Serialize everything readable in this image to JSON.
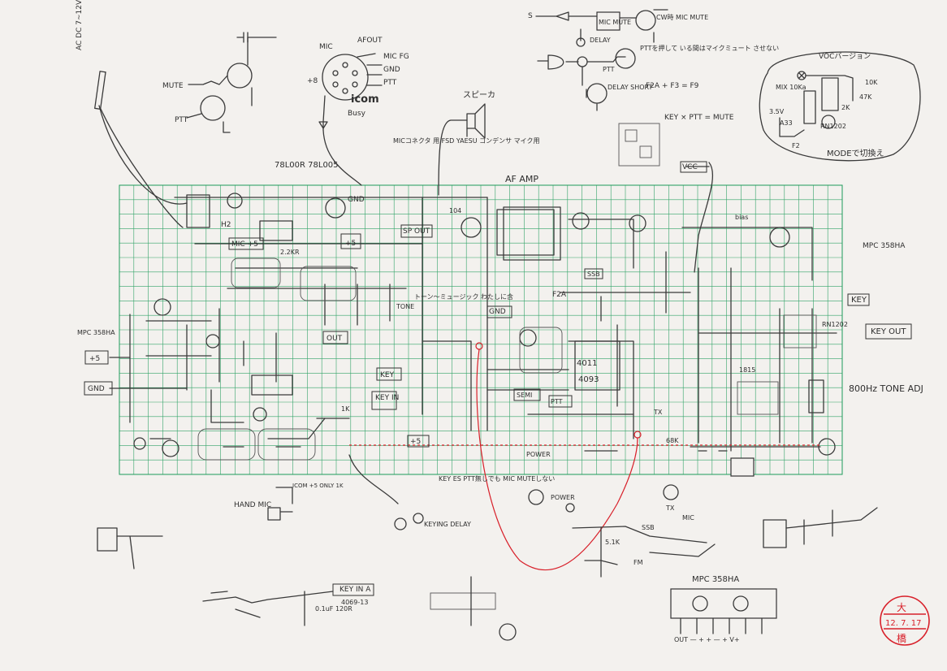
{
  "grid": {
    "cols": 50,
    "rows": 20,
    "color": "#1e9b5a"
  },
  "colors": {
    "pencil": "#3a3a3a",
    "grid": "#1e9b5a",
    "red": "#d8202a",
    "paper": "#f3f1ee"
  },
  "labels": {
    "ac_dc": "AC DC 7~12V",
    "mute": "MUTE",
    "ptt_top_left": "PTT",
    "mic": "MIC",
    "afout": "AFOUT",
    "mic_fg": "MIC FG",
    "gnd_conn": "GND",
    "ptt_conn": "PTT",
    "plus8": "+8",
    "icom": "icom",
    "busy": "Busy",
    "speaker": "スピーカ",
    "mic_note": "MICコネクタ 用 FSD YAESU コンデンサ マイク用",
    "reg": "78L00R 78L005",
    "s_label": "S",
    "delay": "DELAY",
    "mic_mute": "MIC MUTE",
    "ptt_mid": "PTT",
    "delay_short": "DELAY SHORT",
    "cw_mute": "CW時 MIC MUTE",
    "ptt_note": "PTTを押して いる間はマイクミュート させない",
    "f_eq": "F2A + F3 = F9",
    "key_ptt": "KEY × PTT = MUTE",
    "voc": "VOCバージョン",
    "mix": "MIX 10Ka",
    "k10": "10K",
    "k2": "2K",
    "k47": "47K",
    "rn1202": "RN1202",
    "v35": "3.5V",
    "a33": "A33",
    "f2": "F2",
    "mode_switch": "MODEで切換え",
    "vcc": "VCC",
    "af_amp": "AF AMP",
    "gnd_mid": "GND",
    "plus5": "+5",
    "sp_out": "SP OUT",
    "micplus5": "MIC +5",
    "k22": "2.2KR",
    "h2": "H2",
    "k104": "104",
    "bias": "bias",
    "mpc_label": "MPC 358HA",
    "key_right": "KEY",
    "key_out": "KEY OUT",
    "rn1202b": "RN1202",
    "tone": "800Hz TONE ADJ",
    "plus5_left": "+5",
    "gnd_left": "GND",
    "mpc_left": "MPC 358HA",
    "out": "OUT",
    "tone_note": "トーン～ミュージック わたしに含",
    "tone_label": "TONE",
    "f2a": "F2A",
    "gnd_center": "GND",
    "ssb": "SSB",
    "key_mid": "KEY",
    "key_in": "KEY IN",
    "semi": "SEMI",
    "ptt_box": "PTT",
    "chip_4011": "4011",
    "chip_4093": "4093",
    "plus5_center": "+5",
    "power": "POWER",
    "tx": "TX",
    "k1": "1K",
    "k68": "68K",
    "k1815": "1815",
    "hand_mic": "HAND MIC",
    "hand_note": "ICOM +5 ONLY 1K",
    "key_es": "KEY ES PTT無しでも MIC MUTEしない",
    "keying": "KEYING DELAY",
    "power_icon": "POWER",
    "tx_icon": "TX",
    "key_in_bottom": "KEY IN A",
    "chip_note": "4069-13",
    "cap": "0.1uF 120R",
    "k51": "5.1K",
    "fm": "FM",
    "ssb2": "SSB",
    "mic2": "MIC",
    "mpc_pkg": "MPC 358HA",
    "pins": "OUT — + + — + V+",
    "stamp_top": "大",
    "stamp_date": "12. 7. 17",
    "stamp_bottom": "橋"
  }
}
